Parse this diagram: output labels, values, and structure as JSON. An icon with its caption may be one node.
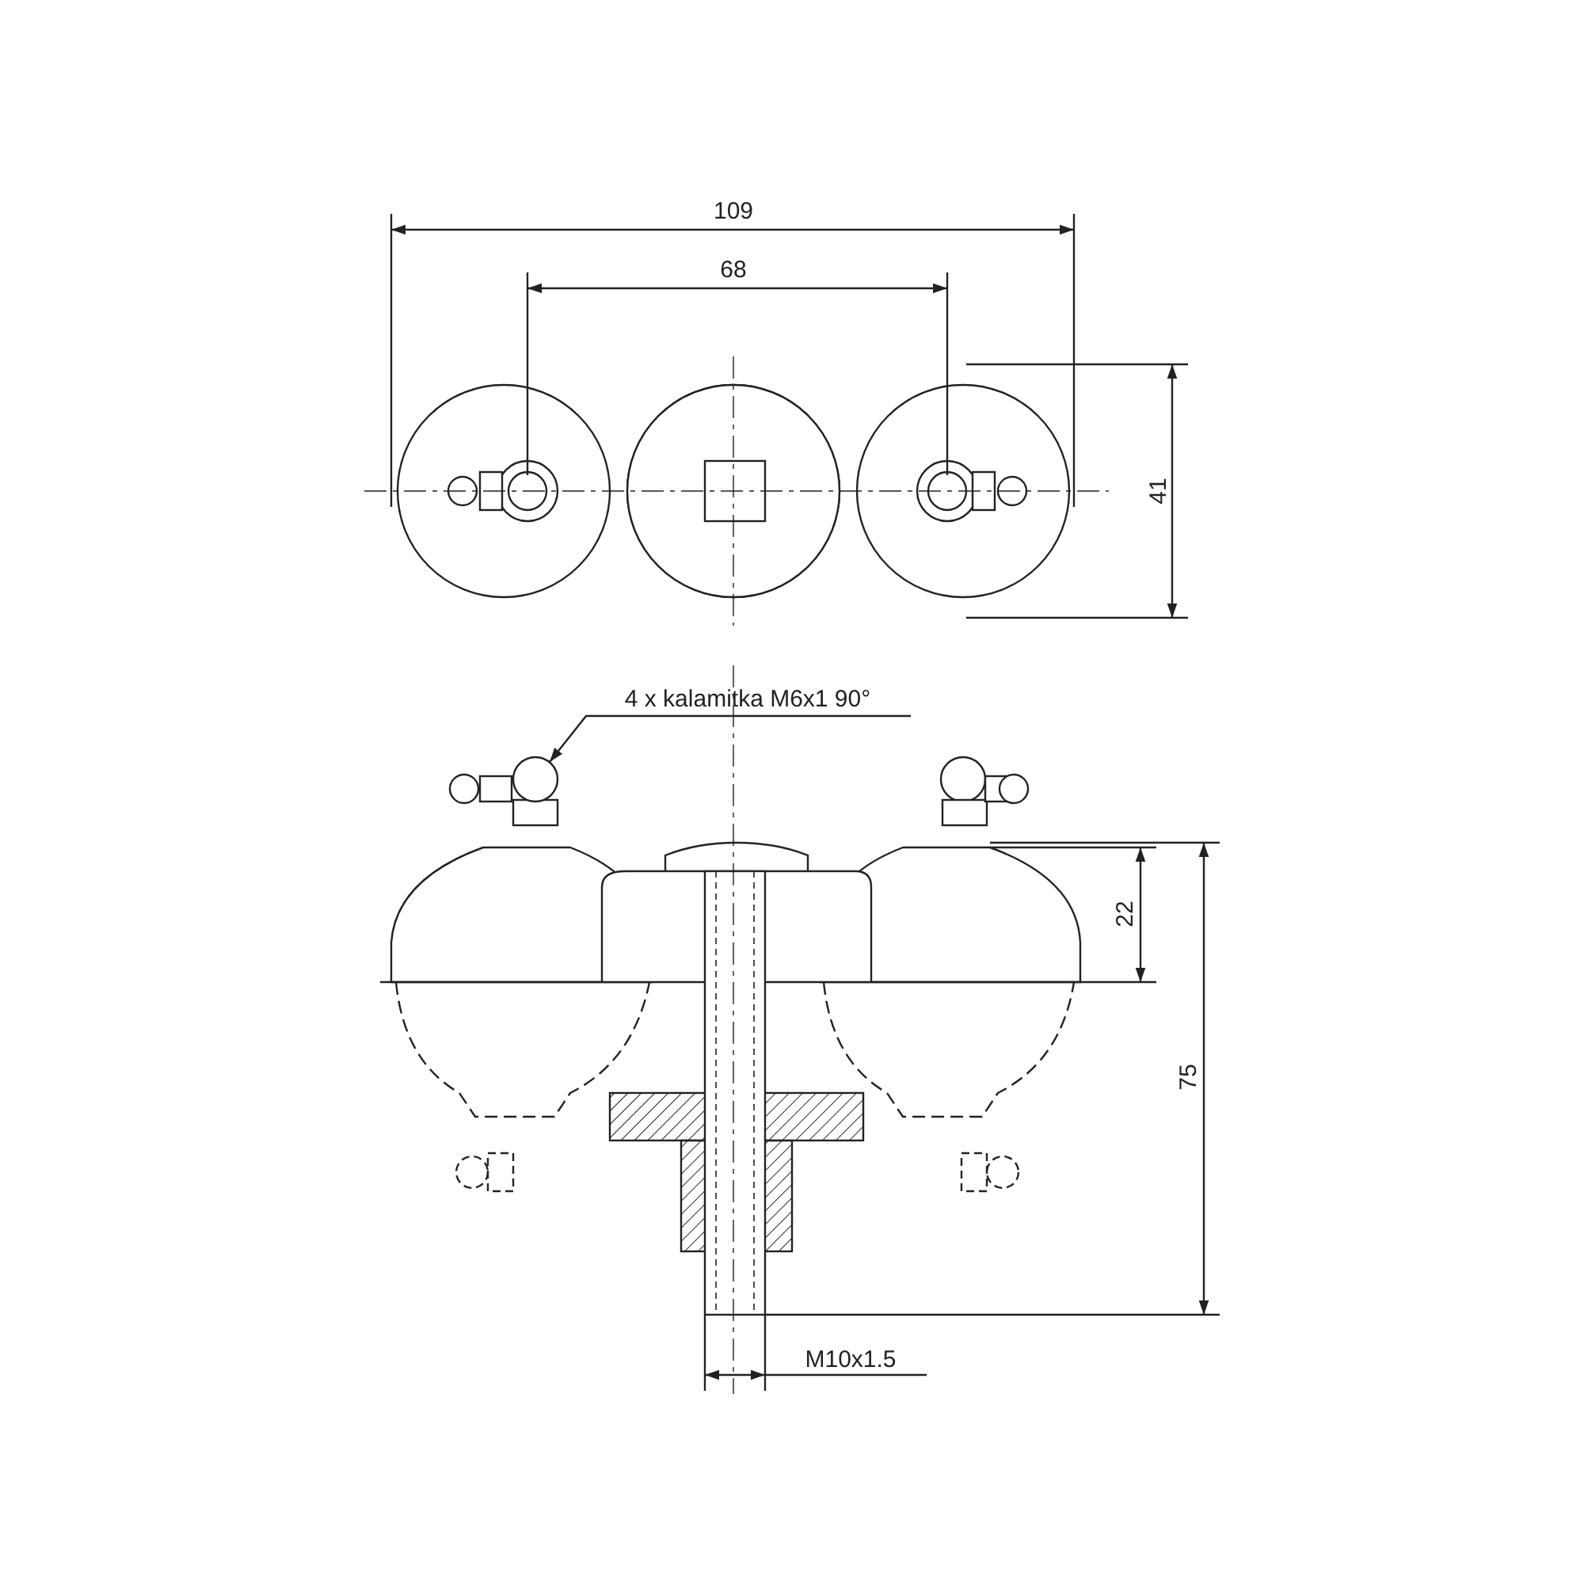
{
  "diagram": {
    "nodes": [
      {
        "text": [
          "4 x kalamitka M6x1 90°"
        ]
      },
      {
        "text": [],
        "shape": "picture"
      }
    ],
    "edges": [
      {
        "from": 0,
        "to": 1,
        "arrow": "to"
      }
    ],
    "labels": [
      "109",
      "68",
      "41",
      "22",
      "75",
      "M10x1.5"
    ]
  }
}
